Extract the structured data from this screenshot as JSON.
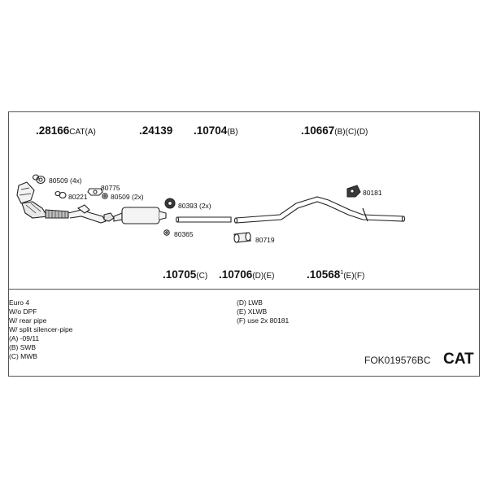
{
  "top_parts": [
    {
      "num": ".28166",
      "suffix": "CAT(A)"
    },
    {
      "num": ".24139",
      "suffix": ""
    },
    {
      "num": ".10704",
      "suffix": "(B)"
    },
    {
      "num": ".10667",
      "suffix": "(B)(C)(D)"
    }
  ],
  "bottom_parts": [
    {
      "num": ".10705",
      "sup": "",
      "suffix": "(C)"
    },
    {
      "num": ".10706",
      "sup": "",
      "suffix": "(D)(E)"
    },
    {
      "num": ".10568",
      "sup": "1",
      "suffix": "(E)(F)"
    }
  ],
  "part_labels": {
    "l80509a": "80509 (4x)",
    "l80221": "80221",
    "l80775": "80775",
    "l80509b": "80509 (2x)",
    "l80393": "80393 (2x)",
    "l80365": "80365",
    "l80719": "80719",
    "l80181": "80181"
  },
  "notes_left": [
    "Euro 4",
    "W/o DPF",
    "W/ rear pipe",
    "W/ split silencer-pipe",
    "(A) -09/11",
    "(B) SWB",
    "(C) MWB"
  ],
  "notes_right": [
    "(D) LWB",
    "(E) XLWB",
    "(F) use 2x 80181"
  ],
  "set_code": "FOK019576BC",
  "badge": "CAT"
}
